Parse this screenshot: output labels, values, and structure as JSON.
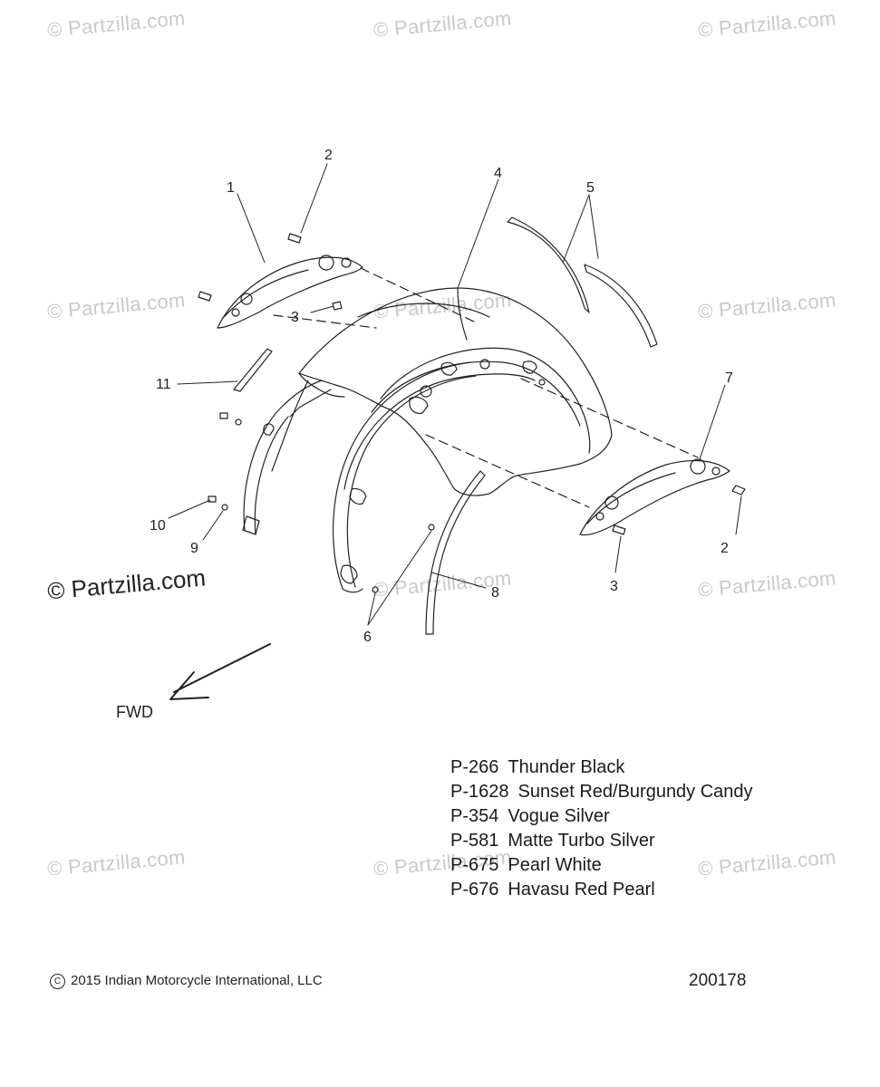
{
  "watermark": {
    "text": "© Partzilla.com",
    "main_text": "© Partzilla.com"
  },
  "callouts": {
    "c1": "1",
    "c2a": "2",
    "c2b": "2",
    "c3a": "3",
    "c3b": "3",
    "c4": "4",
    "c5": "5",
    "c6": "6",
    "c7": "7",
    "c8": "8",
    "c9": "9",
    "c10": "10",
    "c11": "11"
  },
  "direction": {
    "label": "FWD"
  },
  "paint_codes": [
    {
      "code": "P-266",
      "name": "Thunder Black"
    },
    {
      "code": "P-1628",
      "name": "Sunset Red/Burgundy Candy"
    },
    {
      "code": "P-354",
      "name": "Vogue Silver"
    },
    {
      "code": "P-581",
      "name": "Matte Turbo Silver"
    },
    {
      "code": "P-675",
      "name": "Pearl White"
    },
    {
      "code": "P-676",
      "name": "Havasu Red Pearl"
    }
  ],
  "footer": {
    "copyright_symbol": "C",
    "copyright": "2015 Indian Motorcycle International, LLC",
    "diagram_number": "200178"
  },
  "colors": {
    "line": "#222222",
    "watermark": "#c9c9c9"
  }
}
